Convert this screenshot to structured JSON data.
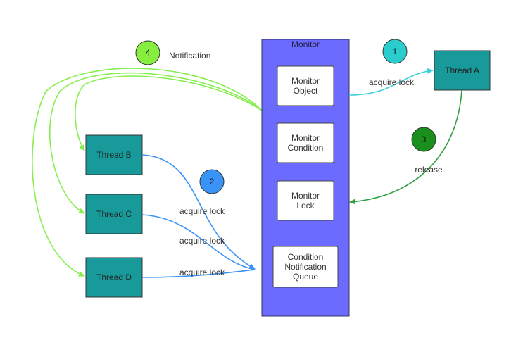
{
  "monitor": {
    "title": "Monitor",
    "object": [
      "Monitor",
      "Object"
    ],
    "condition": [
      "Monitor",
      "Condition"
    ],
    "lock": [
      "Monitor",
      "Lock"
    ],
    "queue": [
      "Condition",
      "Notification",
      "Queue"
    ]
  },
  "threads": {
    "a": "Thread A",
    "b": "Thread B",
    "c": "Thread C",
    "d": "Thread D"
  },
  "steps": {
    "one": "1",
    "two": "2",
    "three": "3",
    "four": "4"
  },
  "edges": {
    "acquire_a": "acquire lock",
    "release": "release",
    "notification": "Notification",
    "acquire_b": "acquire lock",
    "acquire_c": "acquire lock",
    "acquire_d": "acquire lock"
  },
  "colors": {
    "monitor_fill": "#6b6bff",
    "thread_fill": "#189a9a",
    "cyan": "#3cd0d6",
    "green_dark": "#2fa040",
    "green_light": "#86ee4e",
    "blue": "#3b94f5",
    "step1": "#29cdcd",
    "step2": "#3a93f6",
    "step3": "#1b8f1b",
    "step4": "#86ee3e"
  }
}
